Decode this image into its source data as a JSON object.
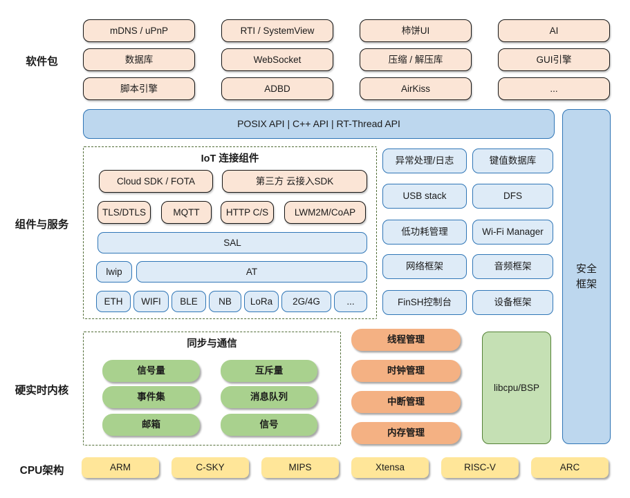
{
  "palette": {
    "peach_fill": "#FBE5D6",
    "peach_border": "#141414",
    "light_blue_fill": "#DEEBF7",
    "mid_blue_fill": "#BDD7EE",
    "blue_border": "#2E75B6",
    "green_pill": "#A9D18E",
    "libcpu_green": "#C5E0B4",
    "green_border": "#538135",
    "orange_pill": "#F4B183",
    "yellow_box": "#FFE699",
    "frame_dash": "#4f6b34"
  },
  "left_labels": {
    "software_packages": "软件包",
    "components_services": "组件与服务",
    "realtime_kernel": "硬实时内核",
    "cpu_arch": "CPU架构"
  },
  "software_packages": {
    "rows": [
      [
        "mDNS / uPnP",
        "RTI / SystemView",
        "柿饼UI",
        "AI"
      ],
      [
        "数据库",
        "WebSocket",
        "压缩 / 解压库",
        "GUI引擎"
      ],
      [
        "脚本引擎",
        "ADBD",
        "AirKiss",
        "..."
      ]
    ]
  },
  "api_bar": {
    "label": "POSIX API  |  C++ API  |  RT-Thread API"
  },
  "security_frame": {
    "line1": "安全",
    "line2": "框架"
  },
  "iot": {
    "title": "IoT 连接组件",
    "cloud_sdk": "Cloud SDK / FOTA",
    "third_party_sdk": "第三方 云接入SDK",
    "protocols": [
      "TLS/DTLS",
      "MQTT",
      "HTTP C/S",
      "LWM2M/CoAP"
    ],
    "sal": "SAL",
    "lwip": "lwip",
    "at": "AT",
    "phy": [
      "ETH",
      "WIFI",
      "BLE",
      "NB",
      "LoRa",
      "2G/4G",
      "..."
    ]
  },
  "services": {
    "rows": [
      [
        "异常处理/日志",
        "键值数据库"
      ],
      [
        "USB stack",
        "DFS"
      ],
      [
        "低功耗管理",
        "Wi-Fi Manager"
      ],
      [
        "网络框架",
        "音频框架"
      ],
      [
        "FinSH控制台",
        "设备框架"
      ]
    ]
  },
  "sync": {
    "title": "同步与通信",
    "rows": [
      [
        "信号量",
        "互斥量"
      ],
      [
        "事件集",
        "消息队列"
      ],
      [
        "邮箱",
        "信号"
      ]
    ]
  },
  "kernel_mgmt": [
    "线程管理",
    "时钟管理",
    "中断管理",
    "内存管理"
  ],
  "libcpu": {
    "label": "libcpu/BSP"
  },
  "cpu_archs": [
    "ARM",
    "C-SKY",
    "MIPS",
    "Xtensa",
    "RISC-V",
    "ARC"
  ]
}
